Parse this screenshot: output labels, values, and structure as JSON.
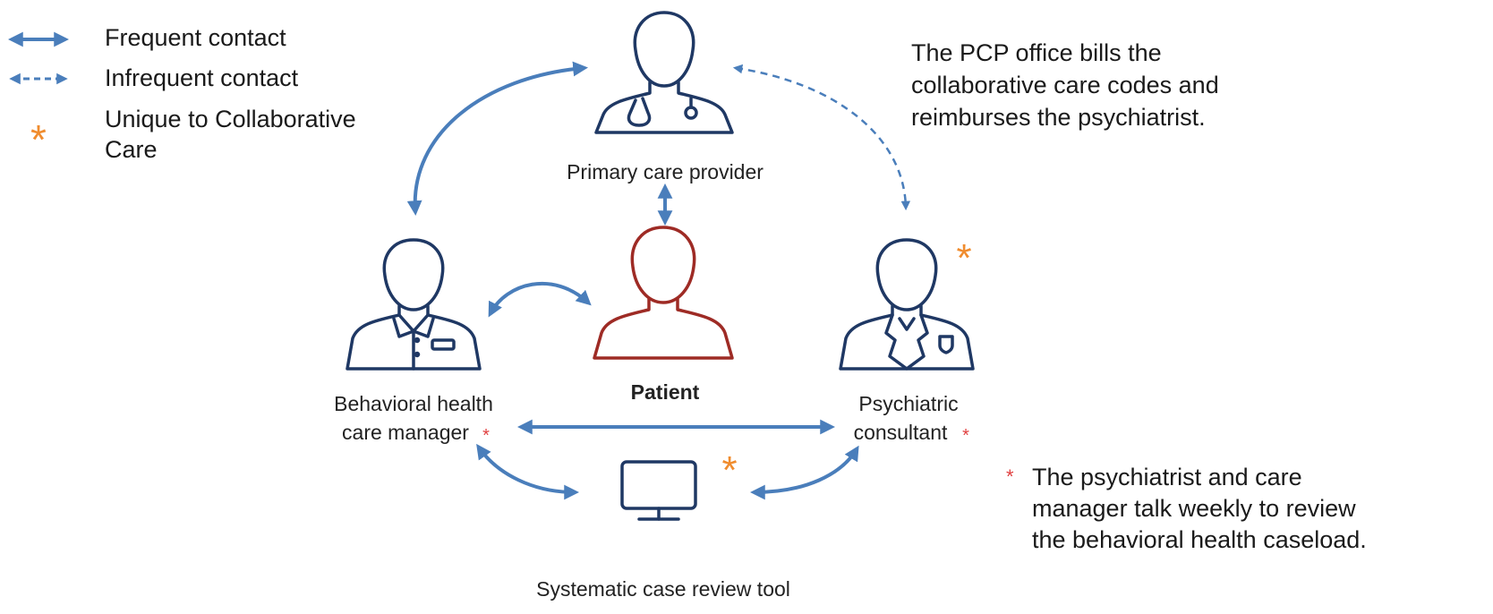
{
  "colors": {
    "arrow": "#4a7ebb",
    "person": "#1f3864",
    "patient": "#9e2b25",
    "asterisk_orange": "#f08c2e",
    "asterisk_red": "#e04040",
    "text": "#222222"
  },
  "legend": {
    "frequent": "Frequent contact",
    "infrequent": "Infrequent contact",
    "unique_line1": "Unique to Collaborative",
    "unique_line2": "Care",
    "asterisk": "*"
  },
  "nodes": {
    "pcp": {
      "label": "Primary care provider",
      "icon": "doctor-stethoscope-icon"
    },
    "patient": {
      "label": "Patient",
      "icon": "person-icon"
    },
    "care_manager": {
      "label_line1": "Behavioral  health",
      "label_line2": "care manager",
      "asterisk": "*",
      "icon": "staff-badge-icon"
    },
    "psychiatrist": {
      "label_line1": "Psychiatric",
      "label_line2": "consultant",
      "asterisk": "*",
      "unique_asterisk": "*",
      "icon": "doctor-coat-icon"
    },
    "review_tool": {
      "label": "Systematic case review  tool",
      "unique_asterisk": "*",
      "icon": "monitor-icon"
    }
  },
  "notes": {
    "billing_line1": "The PCP office bills the",
    "billing_line2": "collaborative  care codes and",
    "billing_line3": "reimburses the psychiatrist.",
    "weekly_asterisk": "*",
    "weekly_line1": "The psychiatrist and care",
    "weekly_line2": "manager talk weekly to review",
    "weekly_line3": "the behavioral  health caseload."
  }
}
